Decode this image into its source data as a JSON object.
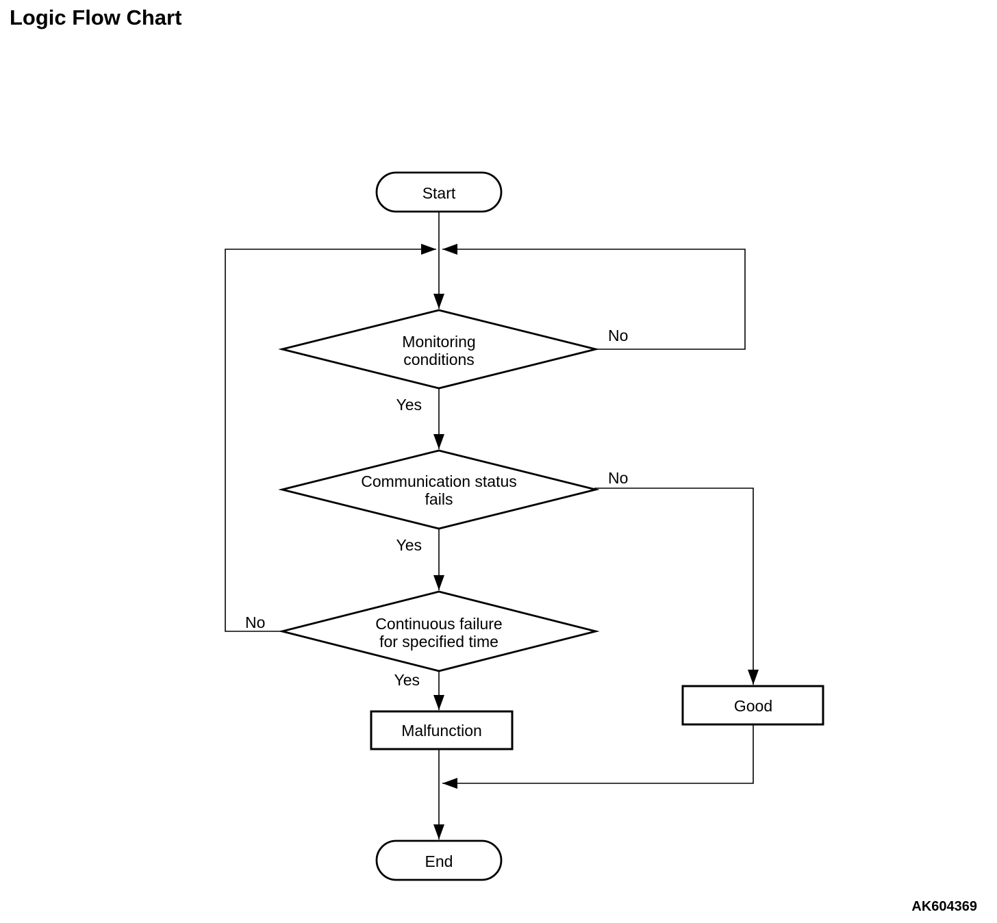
{
  "title": "Logic Flow Chart",
  "figure_code": "AK604369",
  "colors": {
    "background": "#ffffff",
    "line": "#000000",
    "text": "#000000"
  },
  "nodes": {
    "start": {
      "shape": "terminator",
      "label": "Start"
    },
    "monitoring": {
      "shape": "decision",
      "line1": "Monitoring",
      "line2": "conditions"
    },
    "communication": {
      "shape": "decision",
      "line1": "Communication status",
      "line2": "fails"
    },
    "continuous": {
      "shape": "decision",
      "line1": "Continuous failure",
      "line2": "for specified time"
    },
    "malfunction": {
      "shape": "process",
      "label": "Malfunction"
    },
    "good": {
      "shape": "process",
      "label": "Good"
    },
    "end": {
      "shape": "terminator",
      "label": "End"
    }
  },
  "flow": [
    {
      "from": "start",
      "to": "monitoring",
      "label": ""
    },
    {
      "from": "monitoring",
      "to": "loop_junction",
      "label": "No"
    },
    {
      "from": "monitoring",
      "to": "communication",
      "label": "Yes"
    },
    {
      "from": "communication",
      "to": "good",
      "label": "No"
    },
    {
      "from": "communication",
      "to": "continuous",
      "label": "Yes"
    },
    {
      "from": "continuous",
      "to": "loop_junction",
      "label": "No"
    },
    {
      "from": "continuous",
      "to": "malfunction",
      "label": "Yes"
    },
    {
      "from": "malfunction",
      "to": "end",
      "label": ""
    },
    {
      "from": "good",
      "to": "end",
      "label": ""
    }
  ]
}
